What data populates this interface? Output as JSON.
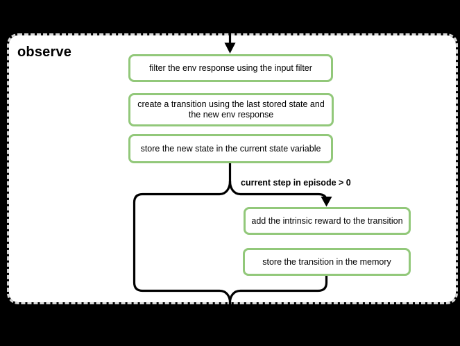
{
  "title": "observe",
  "colors": {
    "background": "#000000",
    "card_background": "#ffffff",
    "card_border": "#d8d8d8",
    "node_border": "#92c87a",
    "connector": "#000000",
    "text": "#000000"
  },
  "flow": {
    "main_steps": [
      {
        "label": "filter the env response using the input filter"
      },
      {
        "label": "create a transition using the last stored state and the new env response"
      },
      {
        "label": "store the new state in the current state variable"
      }
    ],
    "condition_label": "current step in episode > 0",
    "conditional_steps": [
      {
        "label": "add the intrinsic reward to the transition"
      },
      {
        "label": "store the transition in the memory"
      }
    ]
  }
}
